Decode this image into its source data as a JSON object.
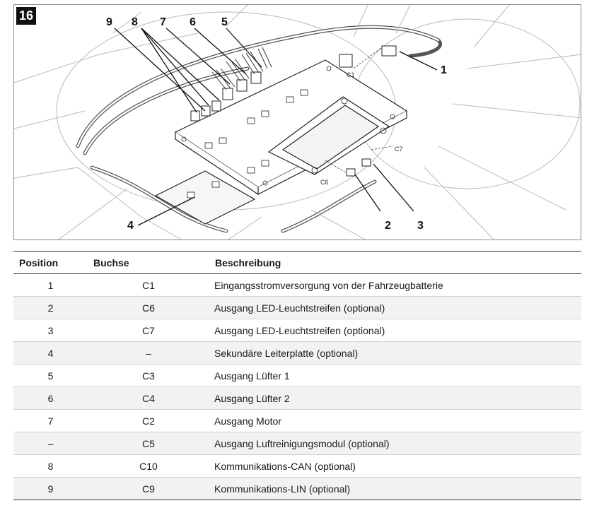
{
  "figure": {
    "number": "16",
    "callouts": [
      "1",
      "2",
      "3",
      "4",
      "5",
      "6",
      "7",
      "8",
      "9"
    ],
    "connector_labels": [
      "C7",
      "C6",
      "C1"
    ]
  },
  "table": {
    "headers": [
      "Position",
      "Buchse",
      "Beschreibung"
    ],
    "rows": [
      {
        "position": "1",
        "socket": "C1",
        "description": "Eingangsstromversorgung von der Fahrzeugbatterie"
      },
      {
        "position": "2",
        "socket": "C6",
        "description": "Ausgang LED-Leuchtstreifen (optional)"
      },
      {
        "position": "3",
        "socket": "C7",
        "description": "Ausgang LED-Leuchtstreifen (optional)"
      },
      {
        "position": "4",
        "socket": "–",
        "description": "Sekundäre Leiterplatte (optional)"
      },
      {
        "position": "5",
        "socket": "C3",
        "description": "Ausgang Lüfter 1"
      },
      {
        "position": "6",
        "socket": "C4",
        "description": "Ausgang Lüfter 2"
      },
      {
        "position": "7",
        "socket": "C2",
        "description": "Ausgang Motor"
      },
      {
        "position": "–",
        "socket": "C5",
        "description": "Ausgang Luftreinigungsmodul (optional)"
      },
      {
        "position": "8",
        "socket": "C10",
        "description": "Kommunikations-CAN (optional)"
      },
      {
        "position": "9",
        "socket": "C9",
        "description": "Kommunikations-LIN (optional)"
      }
    ]
  }
}
